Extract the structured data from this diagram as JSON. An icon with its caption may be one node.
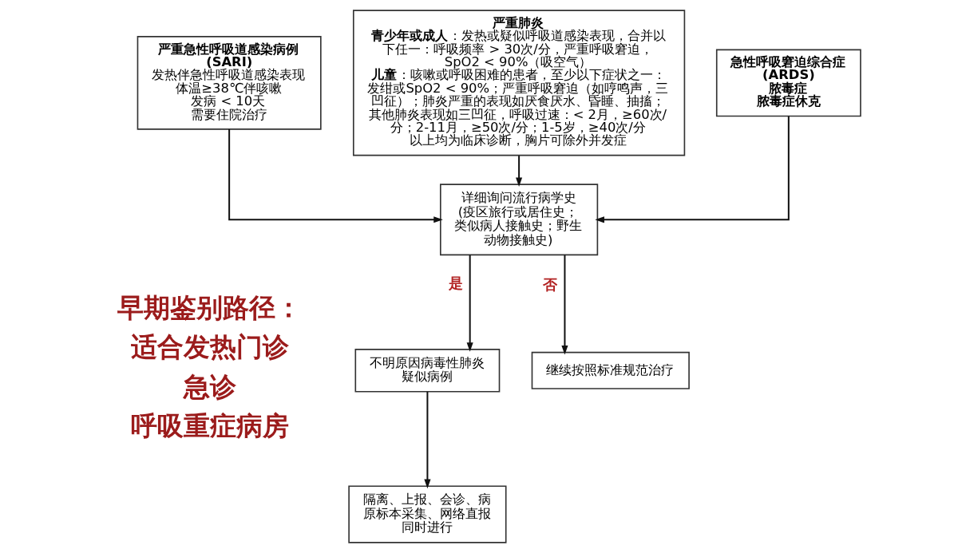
{
  "diagram": {
    "nodes": [
      {
        "text": [
          "严重急性呼吸道感染病例(SARI)",
          "发热伴急性呼吸道感染表现",
          "体温≥38℃伴咳嗽",
          "发病 < 10天",
          "需要住院治疗"
        ]
      },
      {
        "text": [
          "严重肺炎",
          "**青少年或成人**：发热或疑似呼吸道感染表现，合并以下任一：呼吸频率 > 30次/分，严重呼吸窘迫，SpO2 < 90%（吸空气）",
          "**儿童**：咳嗽或呼吸困难的患者，至少以下症状之一：发绀或SpO2 < 90%；严重呼吸窘迫（如哼鸣声，三凹征）；肺炎严重的表现如厌食厌水、昏睡、抽搐；其他肺炎表现如三凹征，呼吸过速：< 2月，≥60次/分；2-11月，≥50次/分；1-5岁，≥40次/分",
          "以上均为临床诊断，胸片可除外并发症"
        ]
      },
      {
        "text": [
          "急性呼吸窘迫综合症(ARDS)",
          "脓毒症",
          "脓毒症休克"
        ]
      },
      {
        "text": [
          "详细询问流行病学史",
          "(疫区旅行或居住史；类似病人接触史；野生动物接触史)"
        ]
      },
      {
        "text": [
          "不明原因病毒性肺炎疑似病例"
        ]
      },
      {
        "text": [
          "隔离、上报、会诊、病原标本采集、网络直报同时进行"
        ]
      },
      {
        "text": [
          "继续按照标准规范治疗"
        ]
      }
    ],
    "edges": [
      {
        "from": 0,
        "to": 3,
        "arrow": "to"
      },
      {
        "from": 1,
        "to": 3,
        "arrow": "to"
      },
      {
        "from": 2,
        "to": 3,
        "arrow": "to"
      },
      {
        "from": 3,
        "to": 4,
        "arrow": "to",
        "label": "是"
      },
      {
        "from": 3,
        "to": 6,
        "arrow": "to",
        "label": "否"
      },
      {
        "from": 4,
        "to": 5,
        "arrow": "to"
      }
    ],
    "labels": [
      "早期鉴别路径：",
      "适合发热门诊",
      "急诊",
      "呼吸重症病房"
    ]
  }
}
